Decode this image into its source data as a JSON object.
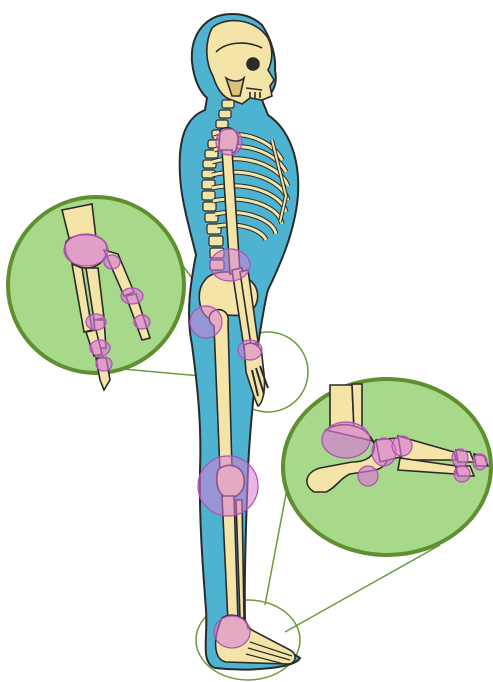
{
  "figure": {
    "subject": "skeleton-side-view-with-joint-highlights",
    "colors": {
      "background": "#ffffff",
      "body_silhouette": "#4db3d1",
      "bone": "#f4e4a8",
      "bone_shadow": "#d9c27a",
      "outline": "#2a2a2a",
      "joint_highlight": "#d77ad9",
      "inset_fill": "#a8d88a",
      "inset_border": "#5f8f2e",
      "connector_line": "#6a9a3a"
    },
    "highlighted_joints": [
      "shoulder",
      "elbow",
      "wrist",
      "hip",
      "knee",
      "ankle"
    ],
    "insets": [
      "hand-joints-detail",
      "foot-ankle-detail"
    ]
  }
}
